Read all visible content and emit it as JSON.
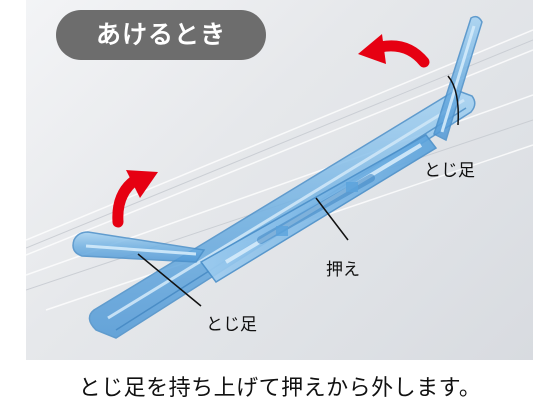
{
  "badge": {
    "text": "あけるとき"
  },
  "labels": {
    "top_right": "とじ足",
    "middle": "押え",
    "bottom": "とじ足"
  },
  "caption": "とじ足を持ち上げて押えから外します。",
  "colors": {
    "badge_bg": "#6d6d6d",
    "arrow": "#e60012",
    "clip_blue": "#7fb9e6"
  }
}
